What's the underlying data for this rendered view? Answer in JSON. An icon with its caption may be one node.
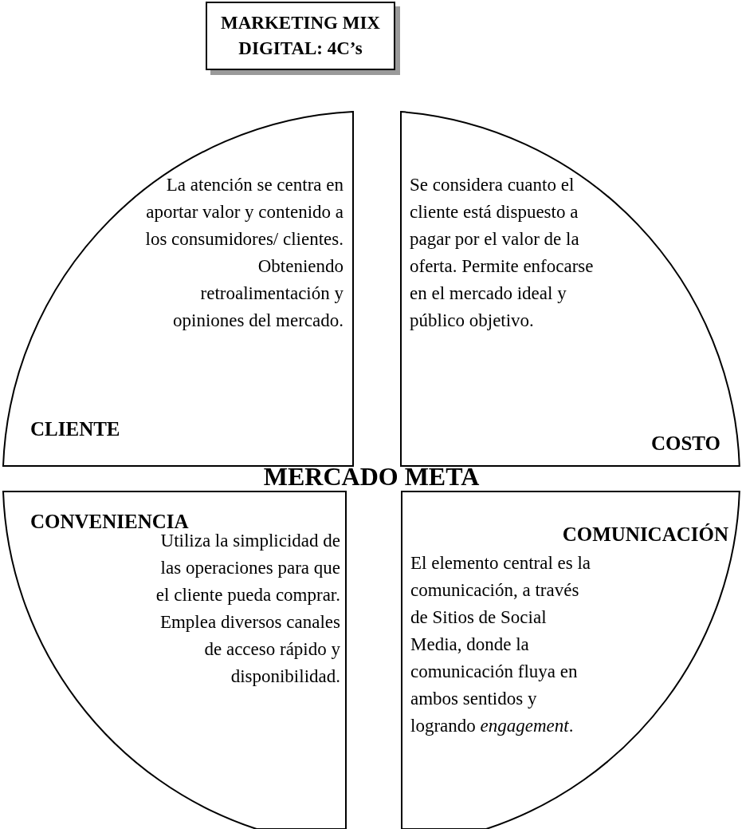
{
  "diagram": {
    "title": "MARKETING MIX DIGITAL: 4C’s",
    "nodes": [
      {
        "text": [
          "La atención se centra en aportar valor y contenido a los consumidores/ clientes. Obteniendo retroalimentación y opiniones del mercado.",
          "CLIENTE"
        ]
      },
      {
        "text": [
          "Se considera cuanto el cliente está dispuesto a pagar por el valor de la oferta. Permite enfocarse en el mercado ideal y público objetivo.",
          "COSTO"
        ]
      },
      {
        "text": [
          "CONVENIENCIA",
          "Utiliza la simplicidad de las operaciones para que el cliente pueda comprar. Emplea diversos canales de acceso rápido y disponibilidad."
        ]
      },
      {
        "text": [
          "COMUNICACIÓN",
          "El elemento central es la comunicación, a través de Sitios de Social Media, donde la comunicación fluya en ambos sentidos y logrando *engagement*."
        ]
      }
    ],
    "labels": [
      "MERCADO META"
    ]
  }
}
